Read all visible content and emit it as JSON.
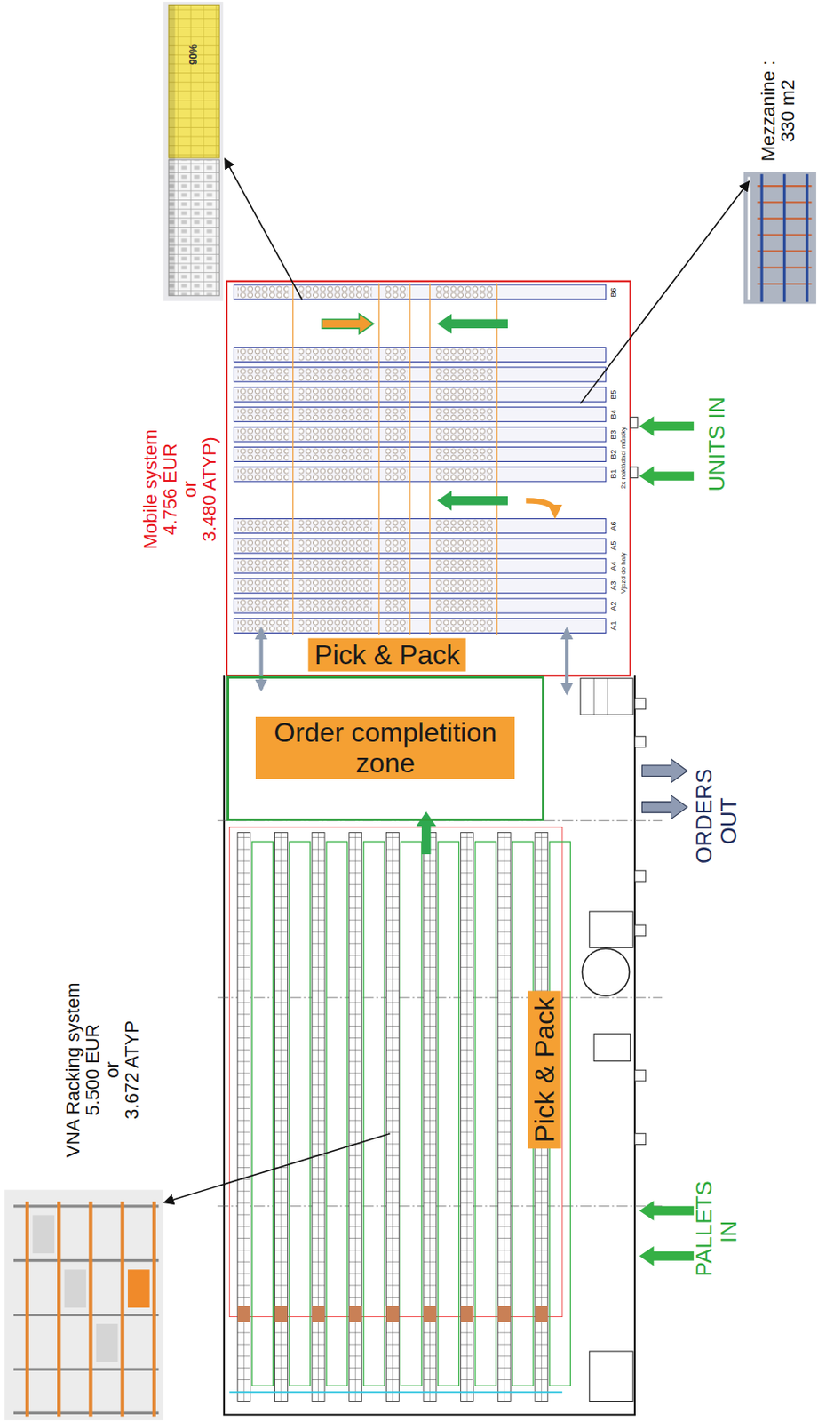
{
  "diagram": {
    "nodes": [
      {
        "text": [
          "Pick & Pack"
        ]
      },
      {
        "text": [
          "Order completition zone"
        ]
      },
      {
        "text": [
          "Pick & Pack"
        ]
      }
    ],
    "labels": [
      "90%",
      "Mobile system",
      "4.756 EUR",
      "or",
      "3.480 ATYP)",
      "Mezzanine :",
      "330 m2",
      "B6",
      "B5",
      "B4",
      "B3",
      "B2",
      "B1",
      "A6",
      "A5",
      "A4",
      "A3",
      "A2",
      "A1",
      "2x nakládací můstky",
      "Vjezd do haly",
      "UNITS IN",
      "ORDERS OUT",
      "VNA Racking system",
      "5.500 EUR",
      "or",
      "3.672 ATYP",
      "PALLETS IN"
    ]
  }
}
